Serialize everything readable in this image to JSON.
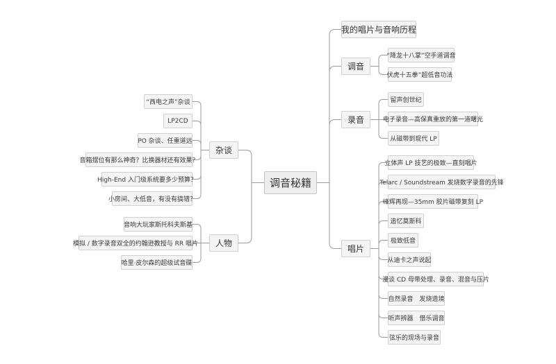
{
  "root": "调音秘籍",
  "left": [
    {
      "label": "杂谈",
      "children": [
        "“西电之声”杂谈",
        "LP2CD",
        "PO 杂谈、任重道远",
        "音箱摆位有那么神奇？比换器材还有效果？",
        "High-End 入门级系统要多少预算？",
        "小房间、大低音，有没有搞错？"
      ]
    },
    {
      "label": "人物",
      "children": [
        "音响大玩家斯托科夫斯基",
        "模拟 / 数字录音双全的约翰逊教授与 RR 唱片",
        "哈里·皮尔森的超级试音碟"
      ]
    }
  ],
  "right": [
    {
      "label": "我的唱片与音响历程",
      "children": []
    },
    {
      "label": "调音",
      "children": [
        "“降龙十八掌”空手道调音",
        "伏虎十五拳”超低音功法"
      ]
    },
    {
      "label": "录音",
      "children": [
        "留声创世纪",
        "电子录音—高保真重放的第一道曙光",
        "从磁带到现代 LP"
      ]
    },
    {
      "label": "唱片",
      "children": [
        "立体声 LP 技艺的极致—直刻唱片",
        "Telarc / Soundstream 发烧数字录音的先锋",
        "峰辉再现—35mm 胶片磁带复刻 LP",
        "追忆莫斯科",
        "极致低音",
        "从迪卡之声说起",
        "漫谈 CD 母带处理、录音、混音与压片",
        "自然录音　发烧造境",
        "听声辨器　借乐调音",
        "弦乐的现场与录音"
      ]
    }
  ]
}
